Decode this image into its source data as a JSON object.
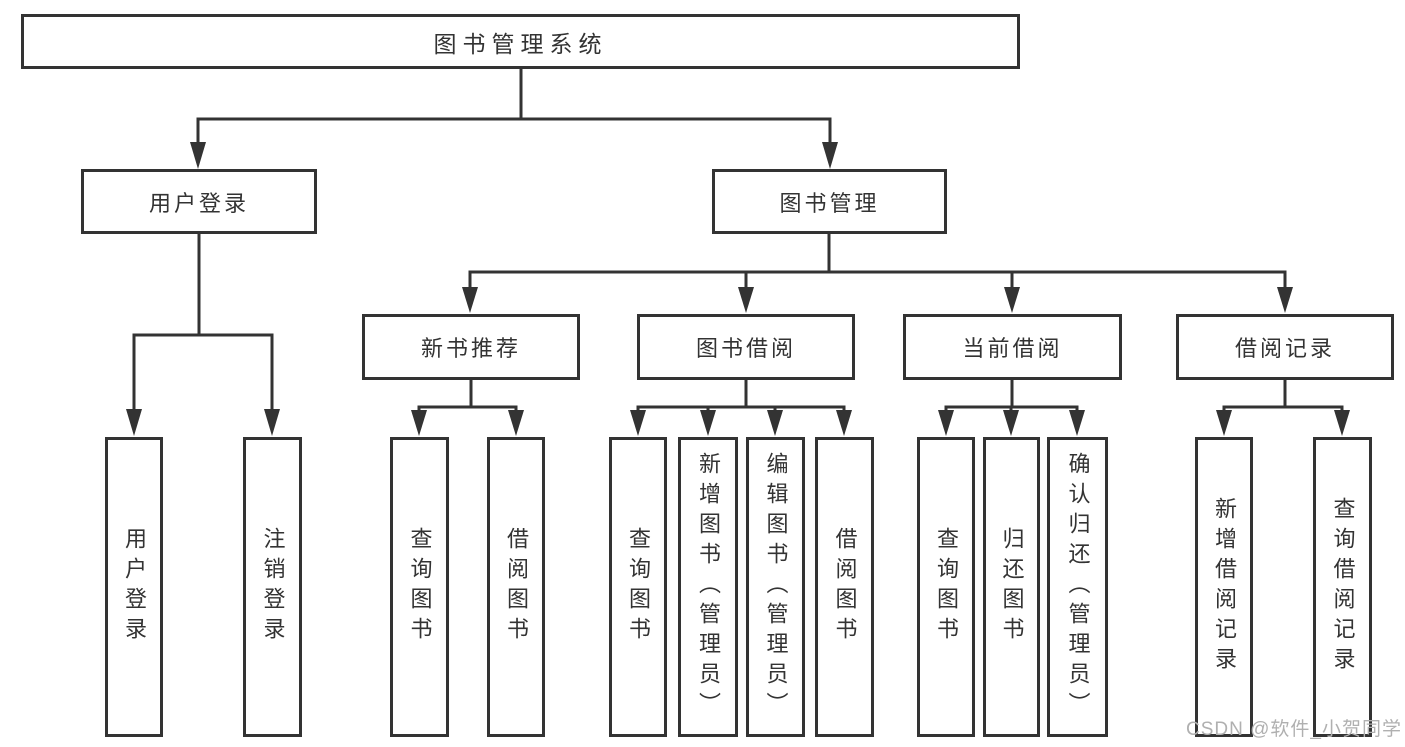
{
  "colors": {
    "line": "#333333",
    "box_border": "#333333",
    "text": "#333333",
    "watermark": "#b0b0b0",
    "background": "#ffffff"
  },
  "watermark": "CSDN @软件_小贺同学",
  "nodes": {
    "root": "图书管理系统",
    "user_login_group": "用户登录",
    "book_mgmt_group": "图书管理",
    "new_book_rec": "新书推荐",
    "book_borrow": "图书借阅",
    "current_borrow": "当前借阅",
    "borrow_records": "借阅记录",
    "user_login": "用户登录",
    "logout": "注销登录",
    "nb_query_book": "查询图书",
    "nb_borrow_book": "借阅图书",
    "bb_query_book": "查询图书",
    "bb_add_book": "新增图书（管理员）",
    "bb_edit_book": "编辑图书（管理员）",
    "bb_borrow_book": "借阅图书",
    "cb_query_book": "查询图书",
    "cb_return_book": "归还图书",
    "cb_confirm_return": "确认归还（管理员）",
    "br_add_record": "新增借阅记录",
    "br_query_record": "查询借阅记录"
  }
}
